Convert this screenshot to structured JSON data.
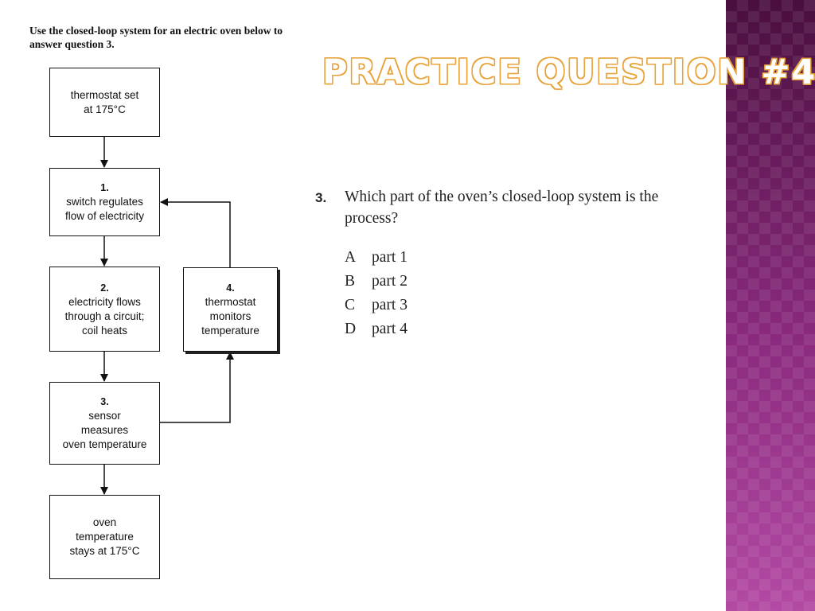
{
  "slide": {
    "title": "PRACTICE QUESTION #4",
    "accent_color": "#8a2a7e",
    "title_outline_color": "#e8a33a"
  },
  "instructions": "Use the closed-loop system for an electric oven below to answer question 3.",
  "diagram": {
    "input": "thermostat set\nat 175°C",
    "parts": [
      {
        "number": "1.",
        "text": "switch regulates\nflow of electricity"
      },
      {
        "number": "2.",
        "text": "electricity flows\nthrough a circuit;\ncoil heats"
      },
      {
        "number": "3.",
        "text": "sensor\nmeasures\noven temperature"
      },
      {
        "number": "4.",
        "text": "thermostat\nmonitors\ntemperature"
      }
    ],
    "output": "oven\ntemperature\nstays at 175°C"
  },
  "question": {
    "number": "3.",
    "text": "Which part of the oven’s closed-loop system is the process?",
    "options": [
      {
        "letter": "A",
        "text": "part 1"
      },
      {
        "letter": "B",
        "text": "part 2"
      },
      {
        "letter": "C",
        "text": "part 3"
      },
      {
        "letter": "D",
        "text": "part 4"
      }
    ]
  }
}
